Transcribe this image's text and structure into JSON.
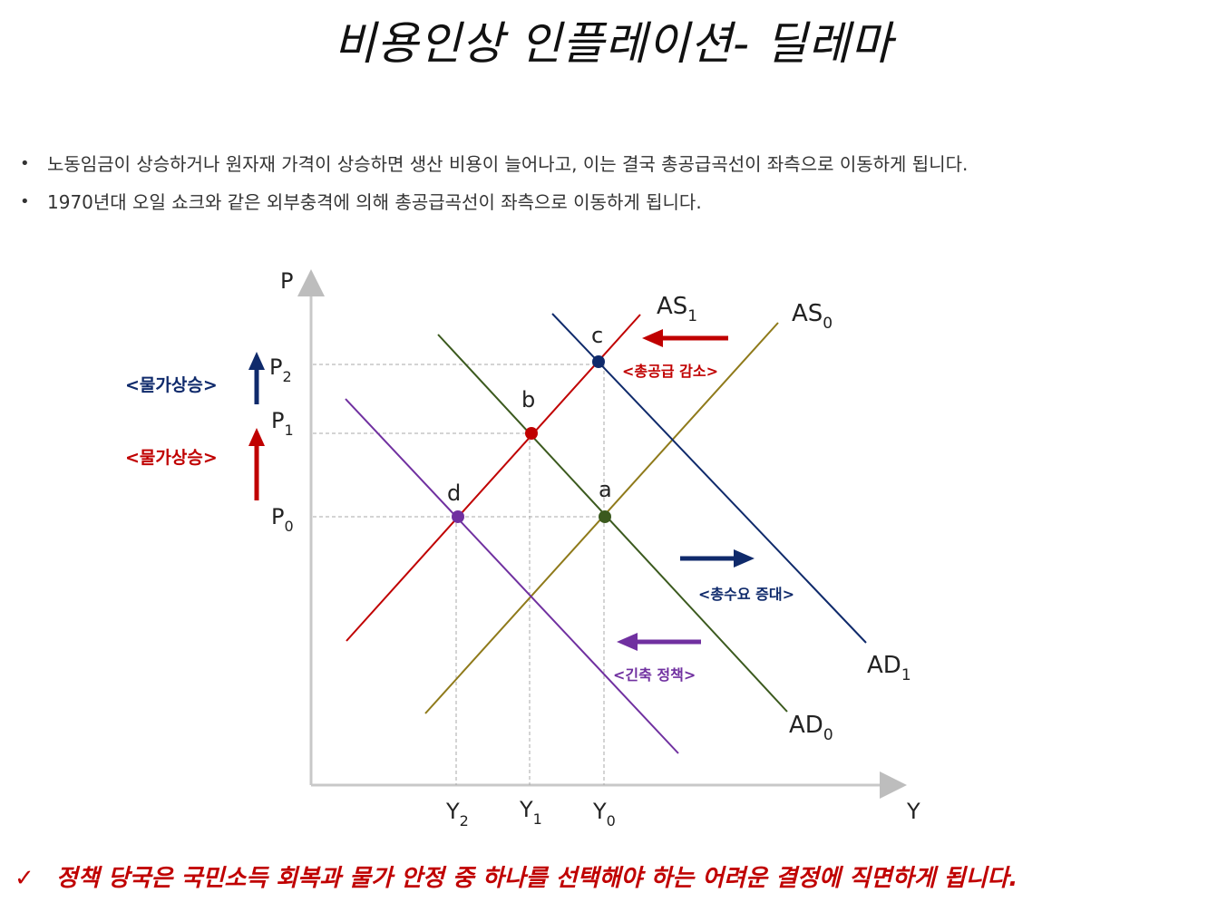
{
  "title": "비용인상 인플레이션- 딜레마",
  "bullets": [
    "노동임금이 상승하거나 원자재 가격이 상승하면 생산 비용이 늘어나고, 이는 결국 총공급곡선이 좌측으로 이동하게 됩니다.",
    "1970년대 오일 쇼크와 같은 외부충격에 의해 총공급곡선이 좌측으로 이동하게 됩니다."
  ],
  "bullet_glyph": "•",
  "conclusion": {
    "check_glyph": "✓",
    "text": "정책 당국은 국민소득 회복과 물가 안정 중 하나를 선택해야 하는 어려운 결정에 직면하게 됩니다."
  },
  "diagram": {
    "axis_y": "P",
    "axis_x": "Y",
    "price_levels": [
      {
        "base": "P",
        "sub": "0"
      },
      {
        "base": "P",
        "sub": "1"
      },
      {
        "base": "P",
        "sub": "2"
      }
    ],
    "output_levels": [
      {
        "base": "Y",
        "sub": "2"
      },
      {
        "base": "Y",
        "sub": "1"
      },
      {
        "base": "Y",
        "sub": "0"
      }
    ],
    "curves": {
      "as1": {
        "base": "AS",
        "sub": "1"
      },
      "as0": {
        "base": "AS",
        "sub": "0"
      },
      "ad1": {
        "base": "AD",
        "sub": "1"
      },
      "ad0": {
        "base": "AD",
        "sub": "0"
      },
      "contraction": ""
    },
    "points": {
      "a": "a",
      "b": "b",
      "c": "c",
      "d": "d"
    },
    "annotations": {
      "supply_decrease": "<총공급 감소>",
      "demand_increase": "<총수요 증대>",
      "tightening": "<긴축 정책>",
      "price_rise_upper": "<물가상승>",
      "price_rise_lower": "<물가상승>"
    },
    "colors": {
      "red": "#c00000",
      "navy": "#0f2a6b",
      "green": "#3b5a1e",
      "olive": "#8f7a1a",
      "purple": "#7030a0",
      "axis": "#bdbdbd"
    }
  }
}
